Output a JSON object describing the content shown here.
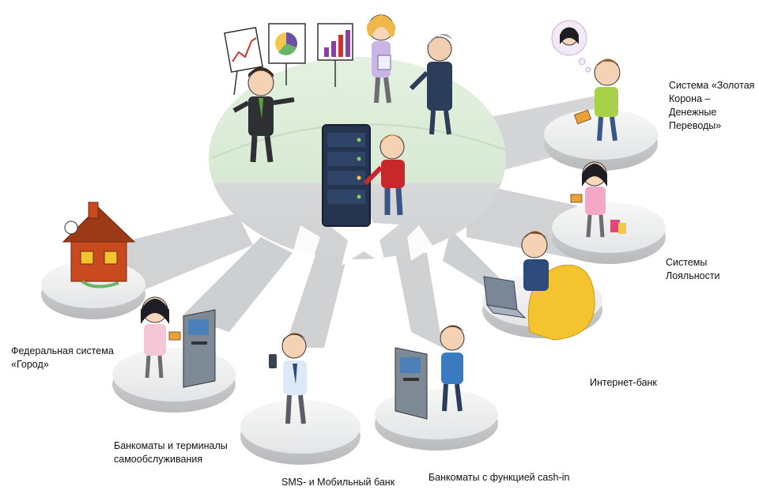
{
  "labels": {
    "zolotaya_korona": [
      "Система «Золотая",
      "Корона – Денежные",
      "Переводы»"
    ],
    "loyalty": [
      "Системы",
      "Лояльности"
    ],
    "internet_bank": [
      "Интернет-банк"
    ],
    "cash_in_atm": [
      "Банкоматы с функцией cash-in"
    ],
    "sms_mobile": [
      "SMS- и Мобильный банк"
    ],
    "atm_terminals": [
      "Банкоматы и терминалы",
      "самообслуживания"
    ],
    "gorod": [
      "Федеральная система",
      "«Город»"
    ]
  },
  "colors": {
    "hub_top": "#dfeedd",
    "hub_bottom": "#d2d4d6",
    "platform_top": "#eeeeee",
    "platform_side": "#c9cbcd",
    "spoke": "#cfd1d3",
    "server": "#25354f",
    "accent_yellow": "#f4c430"
  },
  "icons": [
    "server-rack-icon",
    "house-icon",
    "atm-icon",
    "mobile-phone-icon",
    "laptop-icon",
    "credit-card-icon",
    "shopping-bags-icon",
    "chart-board-icon"
  ]
}
